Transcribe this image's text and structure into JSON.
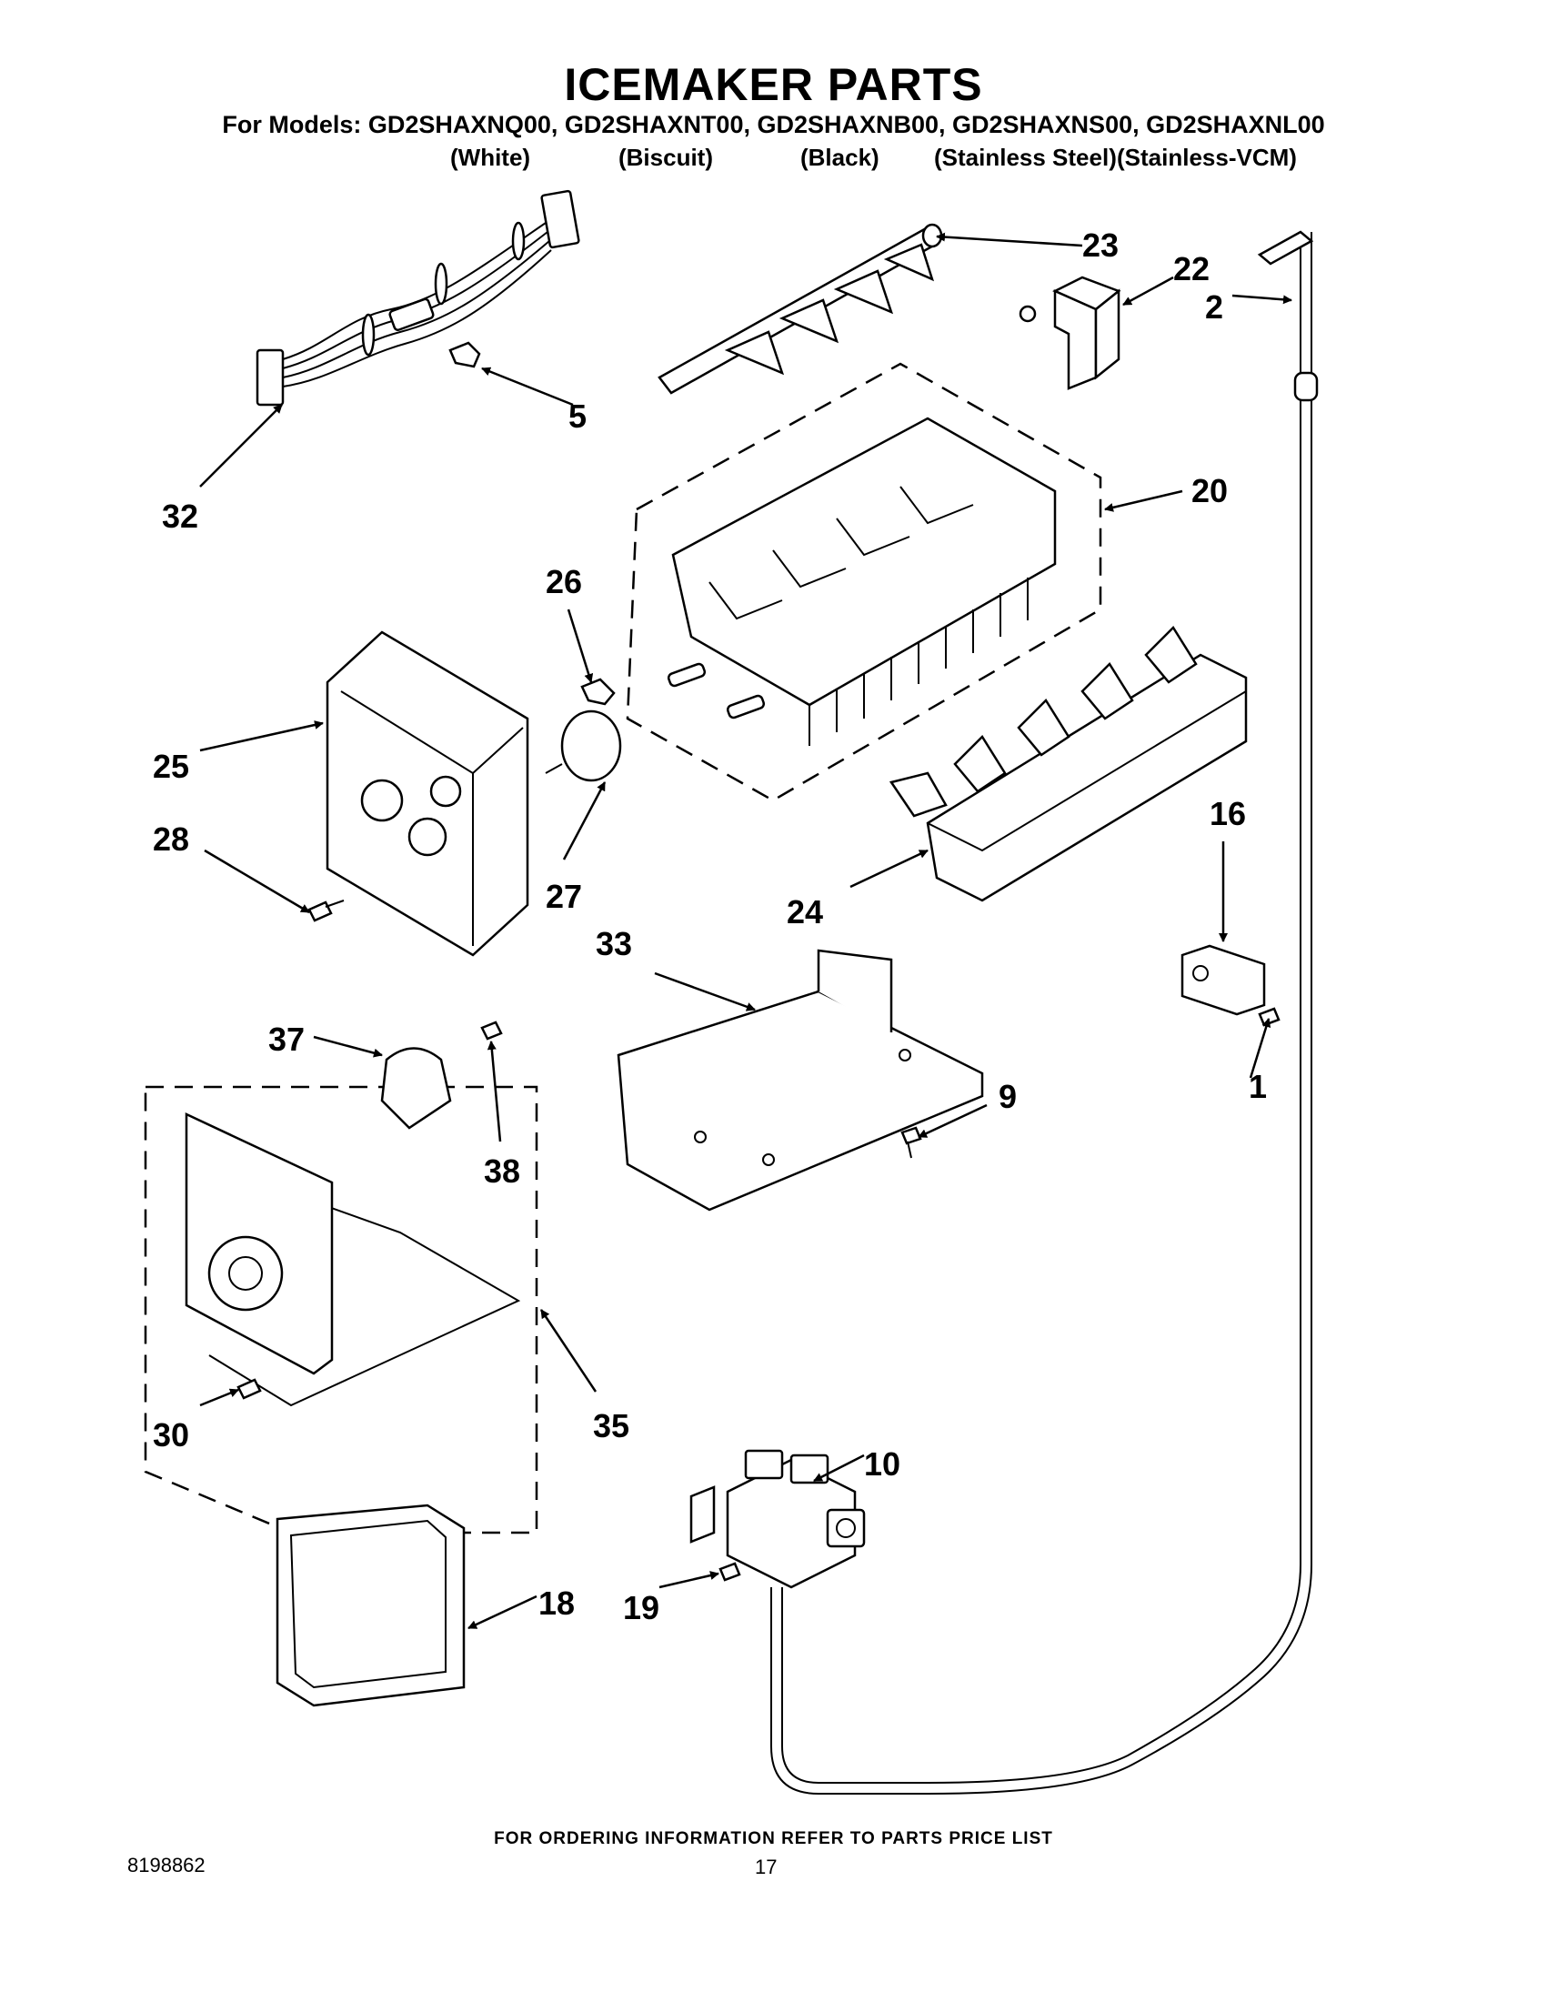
{
  "header": {
    "title": "ICEMAKER PARTS",
    "models_line": "For Models: GD2SHAXNQ00, GD2SHAXNT00, GD2SHAXNB00, GD2SHAXNS00, GD2SHAXNL00",
    "variants": [
      "(White)",
      "(Biscuit)",
      "(Black)",
      "(Stainless Steel)",
      "(Stainless-VCM)"
    ]
  },
  "callouts": {
    "c1": "1",
    "c2": "2",
    "c5": "5",
    "c9": "9",
    "c10": "10",
    "c16": "16",
    "c18": "18",
    "c19": "19",
    "c20": "20",
    "c22": "22",
    "c23": "23",
    "c24": "24",
    "c25": "25",
    "c26": "26",
    "c27": "27",
    "c28": "28",
    "c30": "30",
    "c32": "32",
    "c33": "33",
    "c35": "35",
    "c37": "37",
    "c38": "38"
  },
  "footer": {
    "ordering_note": "FOR ORDERING INFORMATION REFER TO PARTS PRICE LIST",
    "doc_number": "8198862",
    "page_number": "17"
  }
}
